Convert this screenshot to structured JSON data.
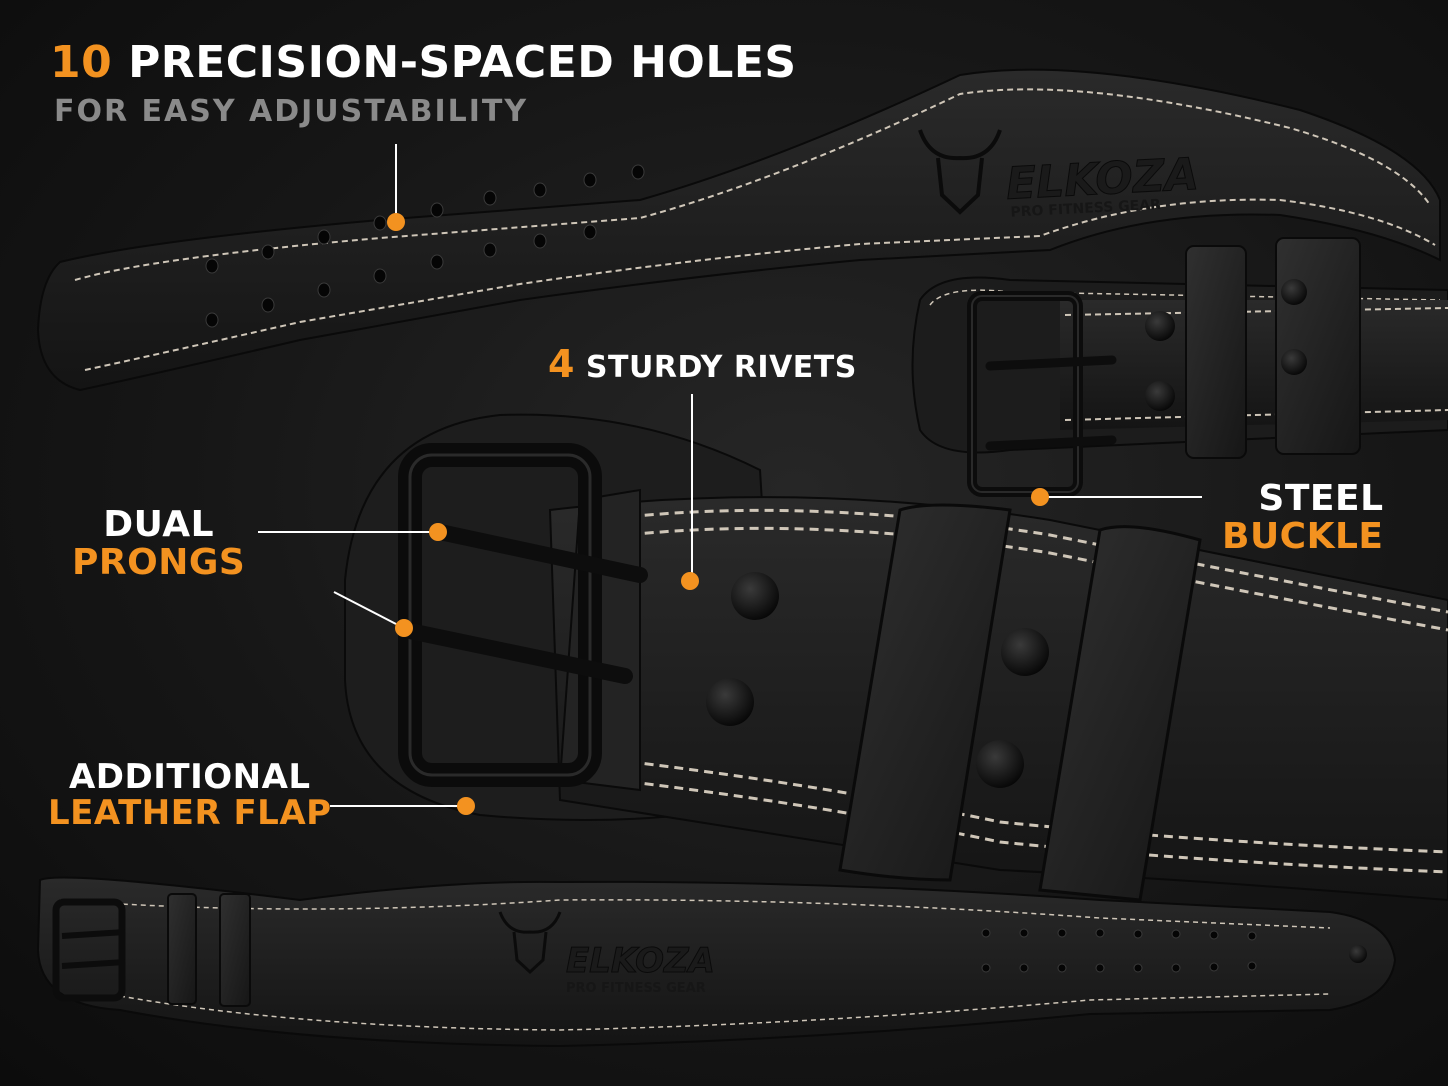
{
  "colors": {
    "accent": "#f39220",
    "text_primary": "#ffffff",
    "text_secondary": "#8a8a8a",
    "background": "#161616",
    "stitching": "#cfc6b8"
  },
  "headline": {
    "number": "10",
    "text": "PRECISION-SPACED HOLES",
    "subtitle": "FOR EASY ADJUSTABILITY"
  },
  "callouts": {
    "rivets": {
      "number": "4",
      "text": "STURDY RIVETS"
    },
    "buckle": {
      "line1": "STEEL",
      "line2": "BUCKLE"
    },
    "prongs": {
      "line1": "DUAL",
      "line2": "PRONGS"
    },
    "flap": {
      "line1": "ADDITIONAL",
      "line2": "LEATHER FLAP"
    }
  },
  "brand": {
    "name": "ELKOZA",
    "tagline": "PRO FITNESS GEAR",
    "logo_icon": "bull-skull-icon"
  }
}
